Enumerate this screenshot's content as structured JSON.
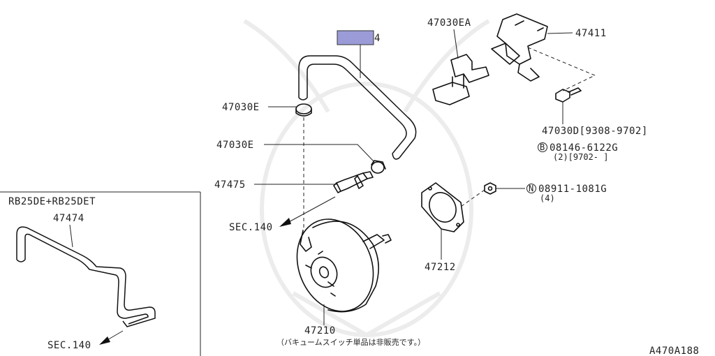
{
  "labels": {
    "hose_top": "4",
    "clip_top": "47030EA",
    "bracket": "47411",
    "clamp_upper": "47030E",
    "clamp_lower": "47030E",
    "check_valve": "47475",
    "sec_main": "SEC.140",
    "bolt": "47030D[9308-9702]",
    "bolt_b_circle": "B",
    "bolt_b_num": "08146-6122G",
    "bolt_b_qty": "(2)[9702-     ]",
    "nut_n_circle": "N",
    "nut_n_num": "08911-1081G",
    "nut_n_qty": "(4)",
    "gasket": "47212",
    "booster": "47210",
    "booster_note": "（バキュームスイッチ単品は非販売です。）",
    "variant_title": "RB25DE+RB25DET",
    "variant_hose": "47474",
    "sec_variant": "SEC.140",
    "figure_code": "A470A188"
  },
  "highlight_color": "#9b9bd8"
}
